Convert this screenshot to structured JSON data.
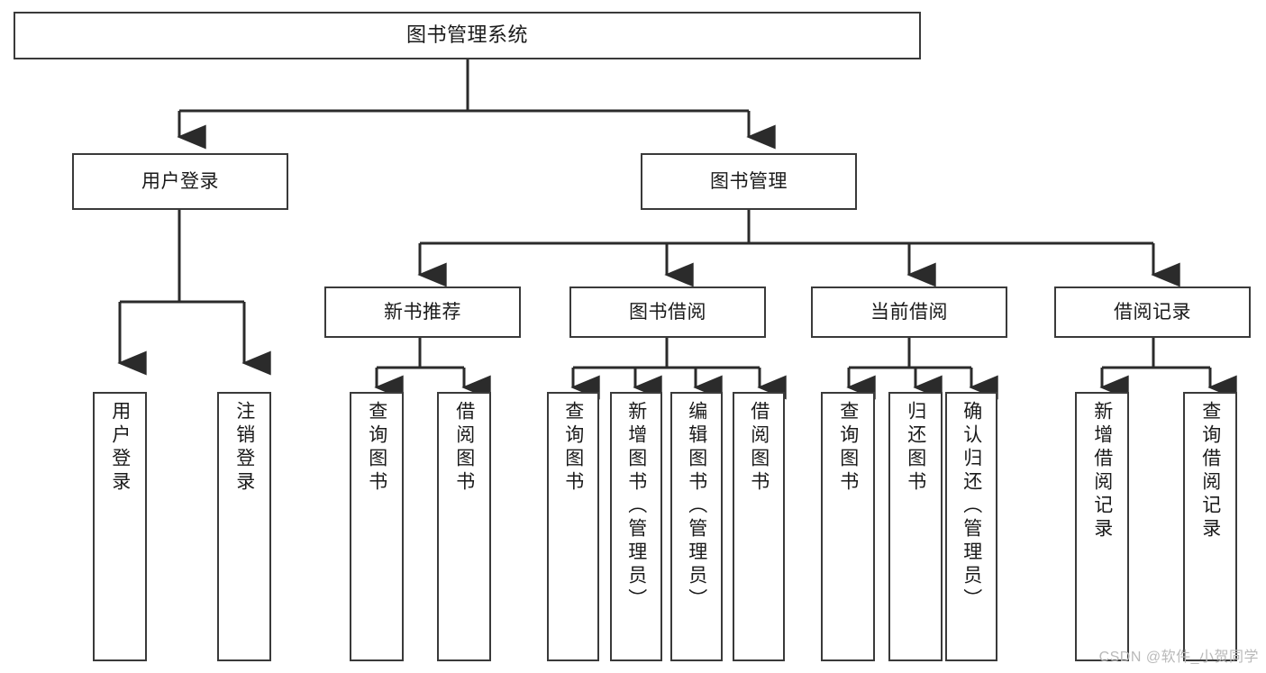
{
  "diagram": {
    "title": "图书管理系统",
    "watermark": "CSDN @软件_小贺同学",
    "colors": {
      "box_border": "#3a3a3a",
      "box_fill": "#ffffff",
      "connector": "#2b2b2b",
      "text": "#1a1a1a",
      "watermark": "#b9b9b9"
    },
    "levels": {
      "root": {
        "label": "图书管理系统"
      },
      "level2": [
        {
          "label": "用户登录"
        },
        {
          "label": "图书管理"
        }
      ],
      "level3": [
        {
          "label": "新书推荐"
        },
        {
          "label": "图书借阅"
        },
        {
          "label": "当前借阅"
        },
        {
          "label": "借阅记录"
        }
      ],
      "leaves": {
        "user_login": [
          {
            "label": "用户登录"
          },
          {
            "label": "注销登录"
          }
        ],
        "new_book": [
          {
            "label": "查询图书"
          },
          {
            "label": "借阅图书"
          }
        ],
        "book_borrow": [
          {
            "label": "查询图书"
          },
          {
            "label": "新增图书（管理员）"
          },
          {
            "label": "编辑图书（管理员）"
          },
          {
            "label": "借阅图书"
          }
        ],
        "current_borrow": [
          {
            "label": "查询图书"
          },
          {
            "label": "归还图书"
          },
          {
            "label": "确认归还（管理员）"
          }
        ],
        "borrow_record": [
          {
            "label": "新增借阅记录"
          },
          {
            "label": "查询借阅记录"
          }
        ]
      }
    }
  }
}
